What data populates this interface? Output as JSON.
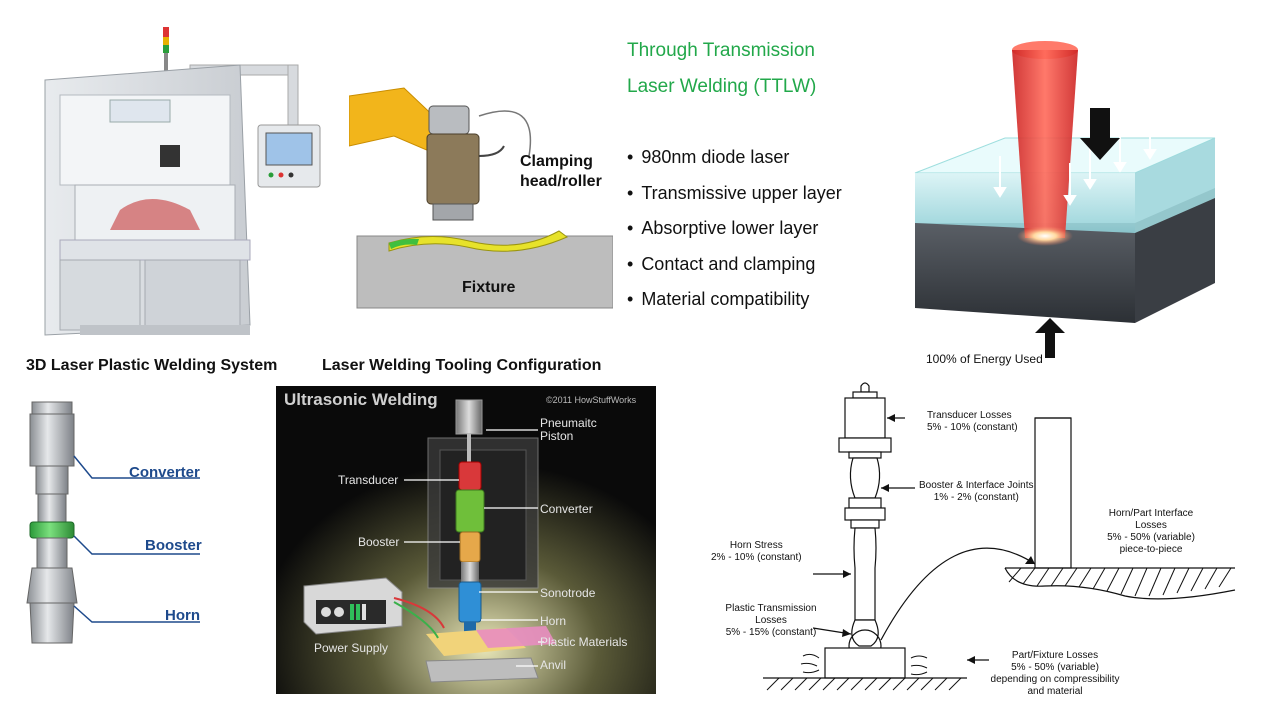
{
  "laser_system": {
    "caption": "3D Laser Plastic Welding System"
  },
  "tooling": {
    "clamp_label_line1": "Clamping",
    "clamp_label_line2": "head/roller",
    "fixture_label": "Fixture",
    "caption": "Laser Welding Tooling Configuration"
  },
  "ttlw": {
    "title_line1": "Through Transmission",
    "title_line2": "Laser Welding (TTLW)",
    "title_color": "#22a84a",
    "bullets": [
      "980nm diode laser",
      "Transmissive upper layer",
      "Absorptive lower layer",
      "Contact and clamping",
      "Material compatibility"
    ]
  },
  "laser_diagram": {
    "energy_label": "100% of Energy Used"
  },
  "horn_stack": {
    "labels": [
      "Converter",
      "Booster",
      "Horn"
    ],
    "label_color": "#1e4a8c"
  },
  "ultrasonic": {
    "title": "Ultrasonic Welding",
    "copyright": "©2011 HowStuffWorks",
    "labels": {
      "pneumatic_line1": "Pneumaitc",
      "pneumatic_line2": "Piston",
      "transducer": "Transducer",
      "converter": "Converter",
      "booster": "Booster",
      "sonotrode": "Sonotrode",
      "horn": "Horn",
      "plastic": "Plastic Materials",
      "anvil": "Anvil",
      "power": "Power Supply"
    }
  },
  "losses": {
    "transducer": [
      "Transducer Losses",
      "5% - 10% (constant)"
    ],
    "booster": [
      "Booster & Interface Joints",
      "1% - 2% (constant)"
    ],
    "horn_stress": [
      "Horn Stress",
      "2% - 10% (constant)"
    ],
    "horn_part": [
      "Horn/Part Interface",
      "Losses",
      "5% - 50% (variable)",
      "piece-to-piece"
    ],
    "plastic": [
      "Plastic Transmission",
      "Losses",
      "5% - 15% (constant)"
    ],
    "part_fixture": [
      "Part/Fixture Losses",
      "5% - 50% (variable)",
      "depending on compressibility",
      "and material"
    ]
  }
}
